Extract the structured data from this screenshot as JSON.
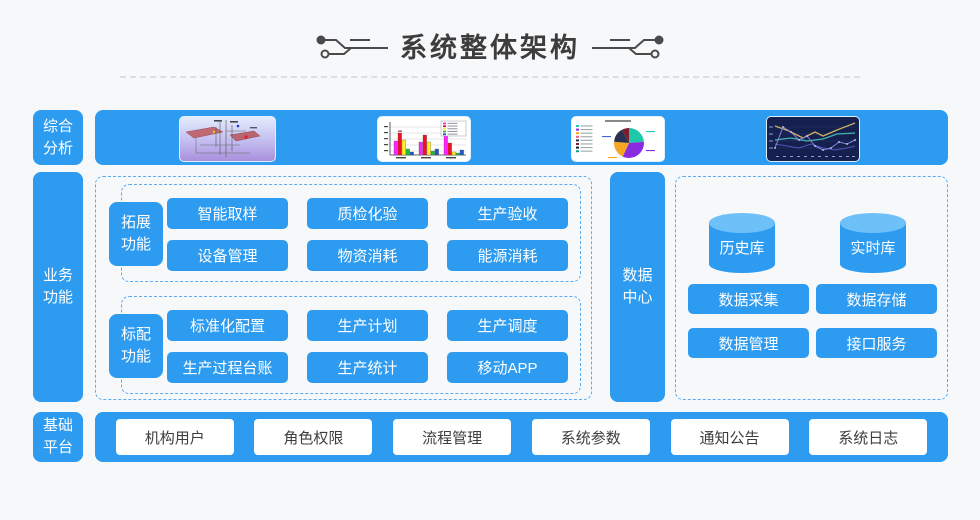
{
  "title": "系统整体架构",
  "colors": {
    "primary": "#2d9bf0",
    "primary-light": "#6ec0f9",
    "dashed": "#58acf4"
  },
  "rail": {
    "analysis_label": "综合分析",
    "business_label": "业务功能",
    "platform_label": "基础平台"
  },
  "analysis_bar": {
    "thumbnails": [
      {
        "name": "mine-3d-visualization"
      },
      {
        "name": "bar-chart-report"
      },
      {
        "name": "pie-chart-report"
      },
      {
        "name": "line-chart-report"
      }
    ]
  },
  "extended": {
    "label": "拓展功能",
    "buttons": [
      "智能取样",
      "质检化验",
      "生产验收",
      "设备管理",
      "物资消耗",
      "能源消耗"
    ]
  },
  "standard": {
    "label": "标配功能",
    "buttons": [
      "标准化配置",
      "生产计划",
      "生产调度",
      "生产过程台账",
      "生产统计",
      "移动APP"
    ]
  },
  "data_center": {
    "label": "数据中心",
    "databases": [
      "历史库",
      "实时库"
    ],
    "buttons": [
      "数据采集",
      "数据存储",
      "数据管理",
      "接口服务"
    ]
  },
  "platform": {
    "buttons": [
      "机构用户",
      "角色权限",
      "流程管理",
      "系统参数",
      "通知公告",
      "系统日志"
    ]
  }
}
